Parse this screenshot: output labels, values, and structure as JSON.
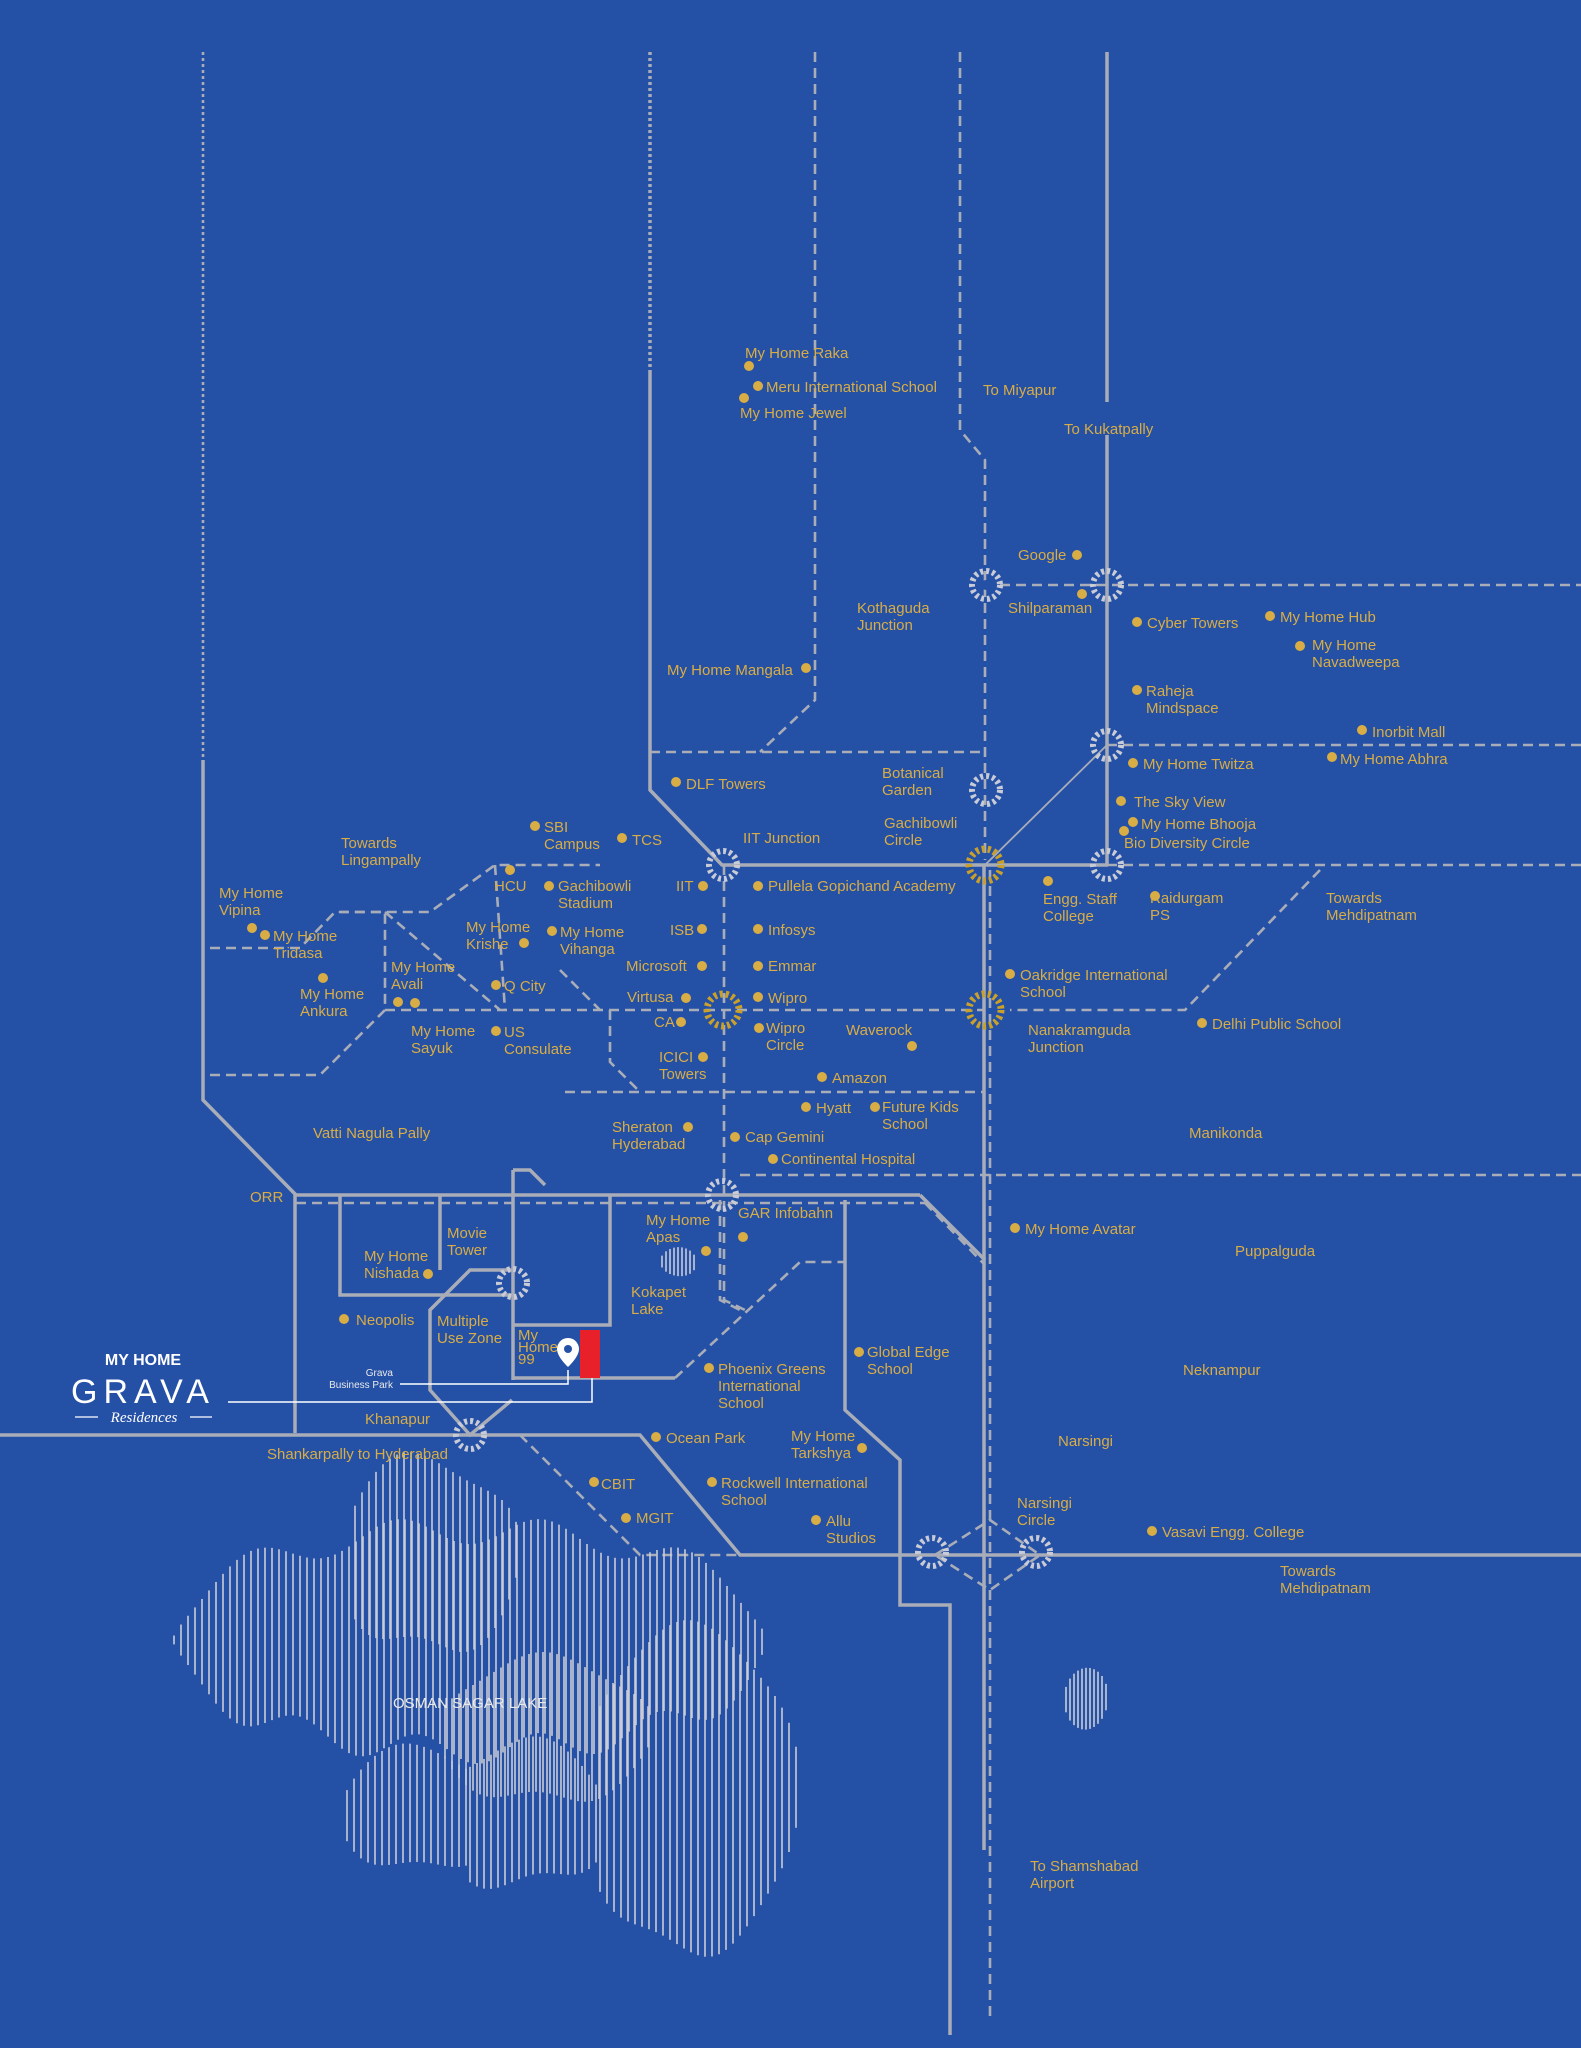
{
  "colors": {
    "background": "#2450a6",
    "road": "#a9adb8",
    "label": "#d8ad45",
    "junction_gold": "#c9a02a",
    "pin_red": "#e8202a",
    "brand_white": "#ffffff"
  },
  "brand": {
    "line1": "MY HOME",
    "line2": "GRAVA",
    "line3": "Residences"
  },
  "project": {
    "pin_label": "Grava\nBusiness Park",
    "site_label": "My\nHome\n99",
    "icon": "location-pin-icon"
  },
  "lake_label": "OSMAN SAGAR LAKE",
  "orr_label": "ORR",
  "directions": [
    "To Miyapur",
    "To Kukatpally",
    "Towards\nLingampally",
    "Towards\nMehdipatnam",
    "Shankarpally to Hyderabad",
    "Towards\nMehdipatnam",
    "To Shamshabad\nAirport"
  ],
  "areas": [
    "Kothaguda\nJunction",
    "Botanical\nGarden",
    "Gachibowli\nCircle",
    "IIT Junction",
    "Nanakramguda\nJunction",
    "Vatti Nagula Pally",
    "Manikonda",
    "Puppalguda",
    "Neknampur",
    "Narsingi",
    "Narsingi\nCircle",
    "Kokapet\nLake",
    "Khanapur",
    "Multiple\nUse Zone",
    "Movie\nTower"
  ],
  "landmarks": [
    "My Home Raka",
    "Meru International School",
    "My Home Jewel",
    "Google",
    "Shilparaman",
    "Cyber Towers",
    "My Home Hub",
    "My Home\nNavadweepa",
    "My Home Mangala",
    "Raheja\nMindspace",
    "Inorbit Mall",
    "My Home Abhra",
    "My Home Twitza",
    "DLF Towers",
    "The Sky View",
    "My Home Bhooja",
    "Bio Diversity Circle",
    "SBI\nCampus",
    "TCS",
    "HCU",
    "Gachibowli\nStadium",
    "IIT",
    "Pullela Gopichand Academy",
    "Engg. Staff\nCollege",
    "Raidurgam\nPS",
    "My Home\nVipina",
    "My Home\nTridasa",
    "My Home\nKrishe",
    "My Home\nVihanga",
    "ISB",
    "Infosys",
    "Microsoft",
    "Emmar",
    "My Home\nAvali",
    "Q City",
    "My Home\nAnkura",
    "Virtusa",
    "Wipro",
    "Oakridge International\nSchool",
    "CA",
    "Wipro\nCircle",
    "Waverock",
    "My Home\nSayuk",
    "US\nConsulate",
    "Delhi Public School",
    "ICICI\nTowers",
    "Amazon",
    "Hyatt",
    "Future Kids\nSchool",
    "Sheraton\nHyderabad",
    "Cap Gemini",
    "Continental Hospital",
    "My Home\nApas",
    "GAR Infobahn",
    "My Home Avatar",
    "My Home\nNishada",
    "Neopolis",
    "Phoenix Greens\nInternational\nSchool",
    "Global Edge\nSchool",
    "Ocean Park",
    "My Home\nTarkshya",
    "CBIT",
    "Rockwell International\nSchool",
    "MGIT",
    "Allu\nStudios",
    "Vasavi Engg. College"
  ]
}
